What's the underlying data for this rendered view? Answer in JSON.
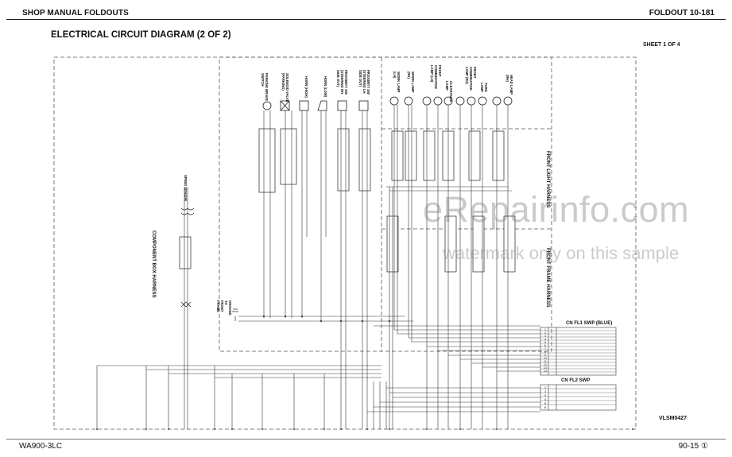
{
  "header": {
    "left": "SHOP MANUAL FOLDOUTS",
    "right": "FOLDOUT 10-181"
  },
  "diagram": {
    "title": "ELECTRICAL CIRCUIT DIAGRAM (2 OF 2)",
    "sheet": "SHEET 1 OF 4",
    "harness_labels": {
      "component_box": "COMPONENT BOX HARNESS",
      "front_light": "FRONT LIGHT HARNESS",
      "front_frame": "FRONT FRAME HARNESS"
    },
    "components": [
      "SPEED SENSOR",
      "PARKING BRAKE SWITCH",
      "SOLENOID VALVE (PARKING)",
      "HORN (HIGH)",
      "HORN (LOW)",
      "PROXIMITY SW (STEERING RH SIDE OUT)",
      "PROXIMITY SW (STEERING LH SIDE OUT)",
      "WORK LAMP (LH)",
      "WORK LAMP (RH)",
      "FRONT COMBINATION LAMP (LH)",
      "CLEARANCE LAMP",
      "FRONT COMBINATION LAMP (RH)",
      "TURN LAMP",
      "HEAD LAMP (RH)"
    ],
    "connectors": {
      "fl1": {
        "title": "CN FL1 SWP (BLUE)",
        "pins": [
          "1",
          "2",
          "3",
          "4",
          "5",
          "6",
          "7",
          "8",
          "9",
          "10",
          "11",
          "12",
          "13",
          "14"
        ]
      },
      "fl2": {
        "title": "CN FL2 SWP",
        "pins": [
          "1",
          "2",
          "3",
          "4",
          "5",
          "6"
        ]
      }
    },
    "ground_label": "GROUND TO FRONT FRAME",
    "code": "VLSM0427"
  },
  "footer": {
    "left": "WA900-3LC",
    "right": "90-15 ①"
  },
  "watermark": {
    "main": "eRepairinfo.com",
    "sub": "watermark only on this sample"
  }
}
